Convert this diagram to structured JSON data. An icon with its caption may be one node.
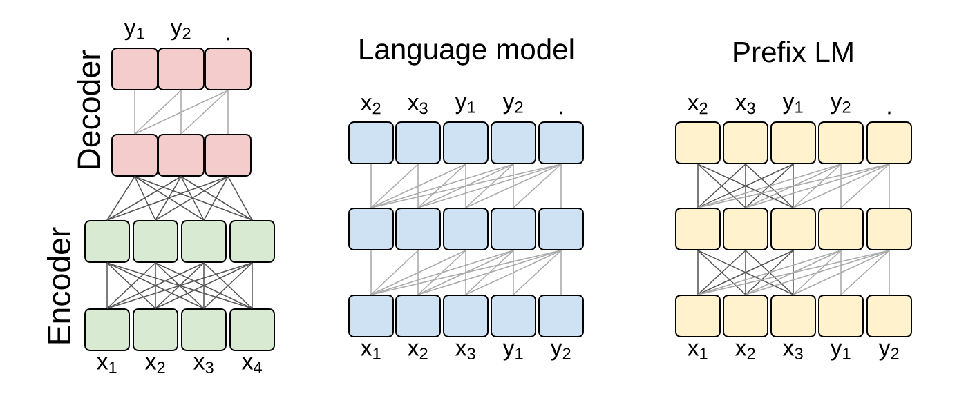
{
  "diagram": {
    "nodes": [
      {
        "text": [],
        "shape": "box",
        "beside": [
          "y$_{1}$"
        ]
      },
      {
        "text": [],
        "shape": "box",
        "beside": [
          "y$_{2}$"
        ]
      },
      {
        "text": [],
        "shape": "box",
        "beside": [
          "."
        ]
      },
      {
        "text": [],
        "shape": "box"
      },
      {
        "text": [],
        "shape": "box"
      },
      {
        "text": [],
        "shape": "box"
      },
      {
        "text": [],
        "shape": "box"
      },
      {
        "text": [],
        "shape": "box"
      },
      {
        "text": [],
        "shape": "box"
      },
      {
        "text": [],
        "shape": "box"
      },
      {
        "text": [],
        "shape": "box",
        "beside": [
          "x$_{1}$"
        ]
      },
      {
        "text": [],
        "shape": "box",
        "beside": [
          "x$_{2}$"
        ]
      },
      {
        "text": [],
        "shape": "box",
        "beside": [
          "x$_{3}$"
        ]
      },
      {
        "text": [],
        "shape": "box",
        "beside": [
          "x$_{4}$"
        ]
      },
      {
        "text": [],
        "shape": "box",
        "beside": [
          "x$_{2}$"
        ]
      },
      {
        "text": [],
        "shape": "box",
        "beside": [
          "x$_{3}$"
        ]
      },
      {
        "text": [],
        "shape": "box",
        "beside": [
          "y$_{1}$"
        ]
      },
      {
        "text": [],
        "shape": "box",
        "beside": [
          "y$_{2}$"
        ]
      },
      {
        "text": [],
        "shape": "box",
        "beside": [
          "."
        ]
      },
      {
        "text": [],
        "shape": "box"
      },
      {
        "text": [],
        "shape": "box"
      },
      {
        "text": [],
        "shape": "box"
      },
      {
        "text": [],
        "shape": "box"
      },
      {
        "text": [],
        "shape": "box"
      },
      {
        "text": [],
        "shape": "box",
        "beside": [
          "x$_{1}$"
        ]
      },
      {
        "text": [],
        "shape": "box",
        "beside": [
          "x$_{2}$"
        ]
      },
      {
        "text": [],
        "shape": "box",
        "beside": [
          "x$_{3}$"
        ]
      },
      {
        "text": [],
        "shape": "box",
        "beside": [
          "y$_{1}$"
        ]
      },
      {
        "text": [],
        "shape": "box",
        "beside": [
          "y$_{2}$"
        ]
      },
      {
        "text": [],
        "shape": "box",
        "beside": [
          "x$_{2}$"
        ]
      },
      {
        "text": [],
        "shape": "box",
        "beside": [
          "x$_{3}$"
        ]
      },
      {
        "text": [],
        "shape": "box",
        "beside": [
          "y$_{1}$"
        ]
      },
      {
        "text": [],
        "shape": "box",
        "beside": [
          "y$_{2}$"
        ]
      },
      {
        "text": [],
        "shape": "box",
        "beside": [
          "."
        ]
      },
      {
        "text": [],
        "shape": "box"
      },
      {
        "text": [],
        "shape": "box"
      },
      {
        "text": [],
        "shape": "box"
      },
      {
        "text": [],
        "shape": "box"
      },
      {
        "text": [],
        "shape": "box"
      },
      {
        "text": [],
        "shape": "box",
        "beside": [
          "x$_{1}$"
        ]
      },
      {
        "text": [],
        "shape": "box",
        "beside": [
          "x$_{2}$"
        ]
      },
      {
        "text": [],
        "shape": "box",
        "beside": [
          "x$_{3}$"
        ]
      },
      {
        "text": [],
        "shape": "box",
        "beside": [
          "y$_{1}$"
        ]
      },
      {
        "text": [],
        "shape": "box",
        "beside": [
          "y$_{2}$"
        ]
      }
    ],
    "edges": [
      {
        "from": 10,
        "to": 6,
        "arrow": "none",
        "color": "#555555"
      },
      {
        "from": 10,
        "to": 7,
        "arrow": "none",
        "color": "#555555"
      },
      {
        "from": 10,
        "to": 8,
        "arrow": "none",
        "color": "#555555"
      },
      {
        "from": 10,
        "to": 9,
        "arrow": "none",
        "color": "#555555"
      },
      {
        "from": 11,
        "to": 6,
        "arrow": "none",
        "color": "#555555"
      },
      {
        "from": 11,
        "to": 7,
        "arrow": "none",
        "color": "#555555"
      },
      {
        "from": 11,
        "to": 8,
        "arrow": "none",
        "color": "#555555"
      },
      {
        "from": 11,
        "to": 9,
        "arrow": "none",
        "color": "#555555"
      },
      {
        "from": 12,
        "to": 6,
        "arrow": "none",
        "color": "#555555"
      },
      {
        "from": 12,
        "to": 7,
        "arrow": "none",
        "color": "#555555"
      },
      {
        "from": 12,
        "to": 8,
        "arrow": "none",
        "color": "#555555"
      },
      {
        "from": 12,
        "to": 9,
        "arrow": "none",
        "color": "#555555"
      },
      {
        "from": 13,
        "to": 6,
        "arrow": "none",
        "color": "#555555"
      },
      {
        "from": 13,
        "to": 7,
        "arrow": "none",
        "color": "#555555"
      },
      {
        "from": 13,
        "to": 8,
        "arrow": "none",
        "color": "#555555"
      },
      {
        "from": 13,
        "to": 9,
        "arrow": "none",
        "color": "#555555"
      },
      {
        "from": 6,
        "to": 3,
        "arrow": "none",
        "color": "#555555"
      },
      {
        "from": 6,
        "to": 4,
        "arrow": "none",
        "color": "#555555"
      },
      {
        "from": 6,
        "to": 5,
        "arrow": "none",
        "color": "#555555"
      },
      {
        "from": 7,
        "to": 3,
        "arrow": "none",
        "color": "#555555"
      },
      {
        "from": 7,
        "to": 4,
        "arrow": "none",
        "color": "#555555"
      },
      {
        "from": 7,
        "to": 5,
        "arrow": "none",
        "color": "#555555"
      },
      {
        "from": 8,
        "to": 3,
        "arrow": "none",
        "color": "#555555"
      },
      {
        "from": 8,
        "to": 4,
        "arrow": "none",
        "color": "#555555"
      },
      {
        "from": 8,
        "to": 5,
        "arrow": "none",
        "color": "#555555"
      },
      {
        "from": 9,
        "to": 3,
        "arrow": "none",
        "color": "#555555"
      },
      {
        "from": 9,
        "to": 4,
        "arrow": "none",
        "color": "#555555"
      },
      {
        "from": 9,
        "to": 5,
        "arrow": "none",
        "color": "#555555"
      },
      {
        "from": 3,
        "to": 0,
        "arrow": "none"
      },
      {
        "from": 3,
        "to": 1,
        "arrow": "none"
      },
      {
        "from": 4,
        "to": 1,
        "arrow": "none"
      },
      {
        "from": 3,
        "to": 2,
        "arrow": "none"
      },
      {
        "from": 4,
        "to": 2,
        "arrow": "none"
      },
      {
        "from": 5,
        "to": 2,
        "arrow": "none"
      },
      {
        "from": 19,
        "to": 14,
        "arrow": "none"
      },
      {
        "from": 19,
        "to": 15,
        "arrow": "none"
      },
      {
        "from": 20,
        "to": 15,
        "arrow": "none"
      },
      {
        "from": 19,
        "to": 16,
        "arrow": "none"
      },
      {
        "from": 20,
        "to": 16,
        "arrow": "none"
      },
      {
        "from": 21,
        "to": 16,
        "arrow": "none"
      },
      {
        "from": 19,
        "to": 17,
        "arrow": "none"
      },
      {
        "from": 20,
        "to": 17,
        "arrow": "none"
      },
      {
        "from": 21,
        "to": 17,
        "arrow": "none"
      },
      {
        "from": 22,
        "to": 17,
        "arrow": "none"
      },
      {
        "from": 19,
        "to": 18,
        "arrow": "none"
      },
      {
        "from": 20,
        "to": 18,
        "arrow": "none"
      },
      {
        "from": 21,
        "to": 18,
        "arrow": "none"
      },
      {
        "from": 22,
        "to": 18,
        "arrow": "none"
      },
      {
        "from": 23,
        "to": 18,
        "arrow": "none"
      },
      {
        "from": 24,
        "to": 19,
        "arrow": "none"
      },
      {
        "from": 24,
        "to": 20,
        "arrow": "none"
      },
      {
        "from": 25,
        "to": 20,
        "arrow": "none"
      },
      {
        "from": 24,
        "to": 21,
        "arrow": "none"
      },
      {
        "from": 25,
        "to": 21,
        "arrow": "none"
      },
      {
        "from": 26,
        "to": 21,
        "arrow": "none"
      },
      {
        "from": 24,
        "to": 22,
        "arrow": "none"
      },
      {
        "from": 25,
        "to": 22,
        "arrow": "none"
      },
      {
        "from": 26,
        "to": 22,
        "arrow": "none"
      },
      {
        "from": 27,
        "to": 22,
        "arrow": "none"
      },
      {
        "from": 24,
        "to": 23,
        "arrow": "none"
      },
      {
        "from": 25,
        "to": 23,
        "arrow": "none"
      },
      {
        "from": 26,
        "to": 23,
        "arrow": "none"
      },
      {
        "from": 27,
        "to": 23,
        "arrow": "none"
      },
      {
        "from": 28,
        "to": 23,
        "arrow": "none"
      },
      {
        "from": 34,
        "to": 29,
        "arrow": "none",
        "color": "#555555"
      },
      {
        "from": 35,
        "to": 29,
        "arrow": "none",
        "color": "#555555"
      },
      {
        "from": 36,
        "to": 29,
        "arrow": "none",
        "color": "#555555"
      },
      {
        "from": 34,
        "to": 30,
        "arrow": "none",
        "color": "#555555"
      },
      {
        "from": 35,
        "to": 30,
        "arrow": "none",
        "color": "#555555"
      },
      {
        "from": 36,
        "to": 30,
        "arrow": "none",
        "color": "#555555"
      },
      {
        "from": 34,
        "to": 31,
        "arrow": "none",
        "color": "#555555"
      },
      {
        "from": 35,
        "to": 31,
        "arrow": "none",
        "color": "#555555"
      },
      {
        "from": 36,
        "to": 31,
        "arrow": "none",
        "color": "#555555"
      },
      {
        "from": 34,
        "to": 32,
        "arrow": "none"
      },
      {
        "from": 35,
        "to": 32,
        "arrow": "none"
      },
      {
        "from": 36,
        "to": 32,
        "arrow": "none"
      },
      {
        "from": 37,
        "to": 32,
        "arrow": "none"
      },
      {
        "from": 34,
        "to": 33,
        "arrow": "none"
      },
      {
        "from": 35,
        "to": 33,
        "arrow": "none"
      },
      {
        "from": 36,
        "to": 33,
        "arrow": "none"
      },
      {
        "from": 37,
        "to": 33,
        "arrow": "none"
      },
      {
        "from": 38,
        "to": 33,
        "arrow": "none"
      },
      {
        "from": 39,
        "to": 34,
        "arrow": "none",
        "color": "#555555"
      },
      {
        "from": 40,
        "to": 34,
        "arrow": "none",
        "color": "#555555"
      },
      {
        "from": 41,
        "to": 34,
        "arrow": "none",
        "color": "#555555"
      },
      {
        "from": 39,
        "to": 35,
        "arrow": "none",
        "color": "#555555"
      },
      {
        "from": 40,
        "to": 35,
        "arrow": "none",
        "color": "#555555"
      },
      {
        "from": 41,
        "to": 35,
        "arrow": "none",
        "color": "#555555"
      },
      {
        "from": 39,
        "to": 36,
        "arrow": "none",
        "color": "#555555"
      },
      {
        "from": 40,
        "to": 36,
        "arrow": "none",
        "color": "#555555"
      },
      {
        "from": 41,
        "to": 36,
        "arrow": "none",
        "color": "#555555"
      },
      {
        "from": 39,
        "to": 37,
        "arrow": "none"
      },
      {
        "from": 40,
        "to": 37,
        "arrow": "none"
      },
      {
        "from": 41,
        "to": 37,
        "arrow": "none"
      },
      {
        "from": 42,
        "to": 37,
        "arrow": "none"
      },
      {
        "from": 39,
        "to": 38,
        "arrow": "none"
      },
      {
        "from": 40,
        "to": 38,
        "arrow": "none"
      },
      {
        "from": 41,
        "to": 38,
        "arrow": "none"
      },
      {
        "from": 42,
        "to": 38,
        "arrow": "none"
      },
      {
        "from": 43,
        "to": 38,
        "arrow": "none"
      }
    ],
    "labels": [
      "Decoder",
      "Encoder",
      "Language model",
      "Prefix LM"
    ]
  }
}
